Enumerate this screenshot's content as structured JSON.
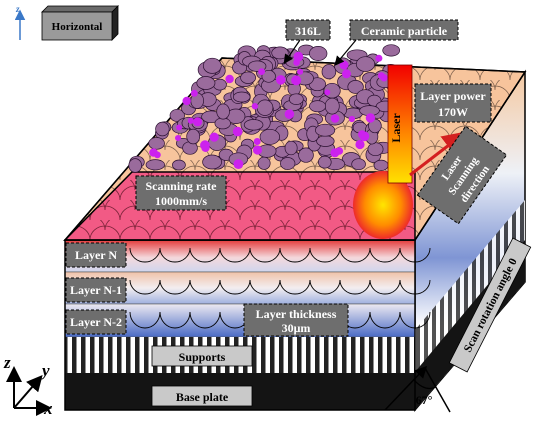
{
  "inset": {
    "axis": "z",
    "label": "Horizontal"
  },
  "labels": {
    "steel": "316L",
    "ceramic": "Ceramic particle",
    "laser": "Laser",
    "power_title": "Layer power",
    "power_value": "170W",
    "scan_dir_1": "Laser",
    "scan_dir_2": "Scanning",
    "scan_dir_3": "direction",
    "rate_title": "Scanning rate",
    "rate_value": "1000mm/s",
    "layer_n": "Layer N",
    "layer_n1": "Layer N-1",
    "layer_n2": "Layer N-2",
    "thick_title": "Layer thickness",
    "thick_value": "30μm",
    "supports": "Supports",
    "base": "Base plate",
    "rotation": "Scan rotation angle 0",
    "angle": "67°"
  },
  "axes": {
    "z": "z",
    "y": "y",
    "x": "x"
  },
  "colors": {
    "top_surface": "#f25a85",
    "powder_bed": "#f7c49c",
    "particle": "#9a6b9c",
    "ceramic": "#cc22ee",
    "side_base": "#141414",
    "label_box": "#6e6e6e",
    "arrow": "#d42020"
  }
}
